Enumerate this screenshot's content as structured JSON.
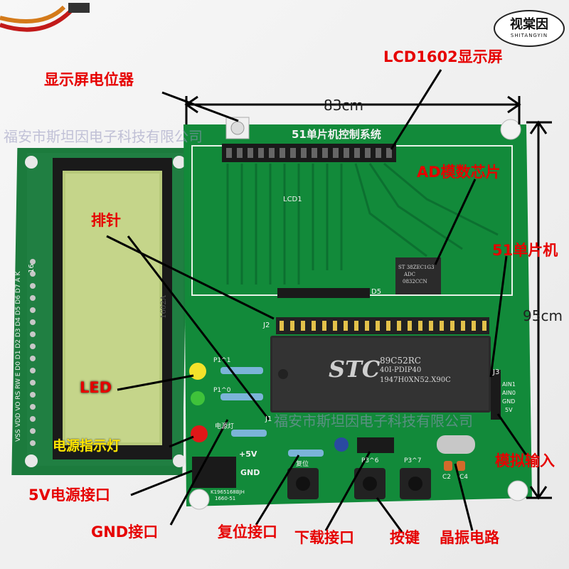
{
  "board_title": "51单片机控制系统",
  "dimensions": {
    "width": "83cm",
    "height": "95cm"
  },
  "logo": {
    "cn": "视棠因",
    "en": "SHITANGYIN"
  },
  "watermark": "福安市斯坦因电子科技有限公司",
  "callouts": {
    "lcd_pot": "显示屏电位器",
    "lcd1602": "LCD1602显示屏",
    "ad_chip": "AD模数芯片",
    "header_pins": "排针",
    "mcu": "51单片机",
    "led": "LED",
    "power_led": "电源指示灯",
    "power_5v": "5V电源接口",
    "gnd": "GND接口",
    "reset": "复位接口",
    "download": "下载接口",
    "keys": "按键",
    "crystal": "晶振电路",
    "analog_in": "模拟输入"
  },
  "silkscreen": {
    "lcd1": "LCD1",
    "d5": "D5",
    "j2": "J2",
    "j3": "J3",
    "j1": "J1",
    "p11": "P1^1",
    "p10": "P1^0",
    "power": "电源灯",
    "plus5v": "+5V",
    "gnd": "GND",
    "reset": "复位",
    "p36": "P3^6",
    "p37": "P3^7",
    "c2": "C2",
    "c4": "C4",
    "ain1": "AIN1",
    "ain0": "AIN0",
    "gnd2": "GND",
    "v5": "5V",
    "serial": "K1965168BJH",
    "model": "1660-51"
  },
  "mcu_chip": {
    "brand": "STC",
    "model": "89C52RC",
    "line2": "40I-PDIP40",
    "line3": "1947H0XN52.X90C"
  },
  "adc_chip": {
    "line1": "ST 38ZEC1G3",
    "line2": "ADC",
    "line3": "0832CCN"
  },
  "lcd_module": {
    "pins": "VSS VDD VO RS RW E D0 D1 D2 D3 D4 D5 D6 D7 A K",
    "pin16": "16",
    "sticker": "1602A"
  },
  "colors": {
    "pcb": "#128a3a",
    "label": "#e60000",
    "led_label": "#ffe600"
  }
}
